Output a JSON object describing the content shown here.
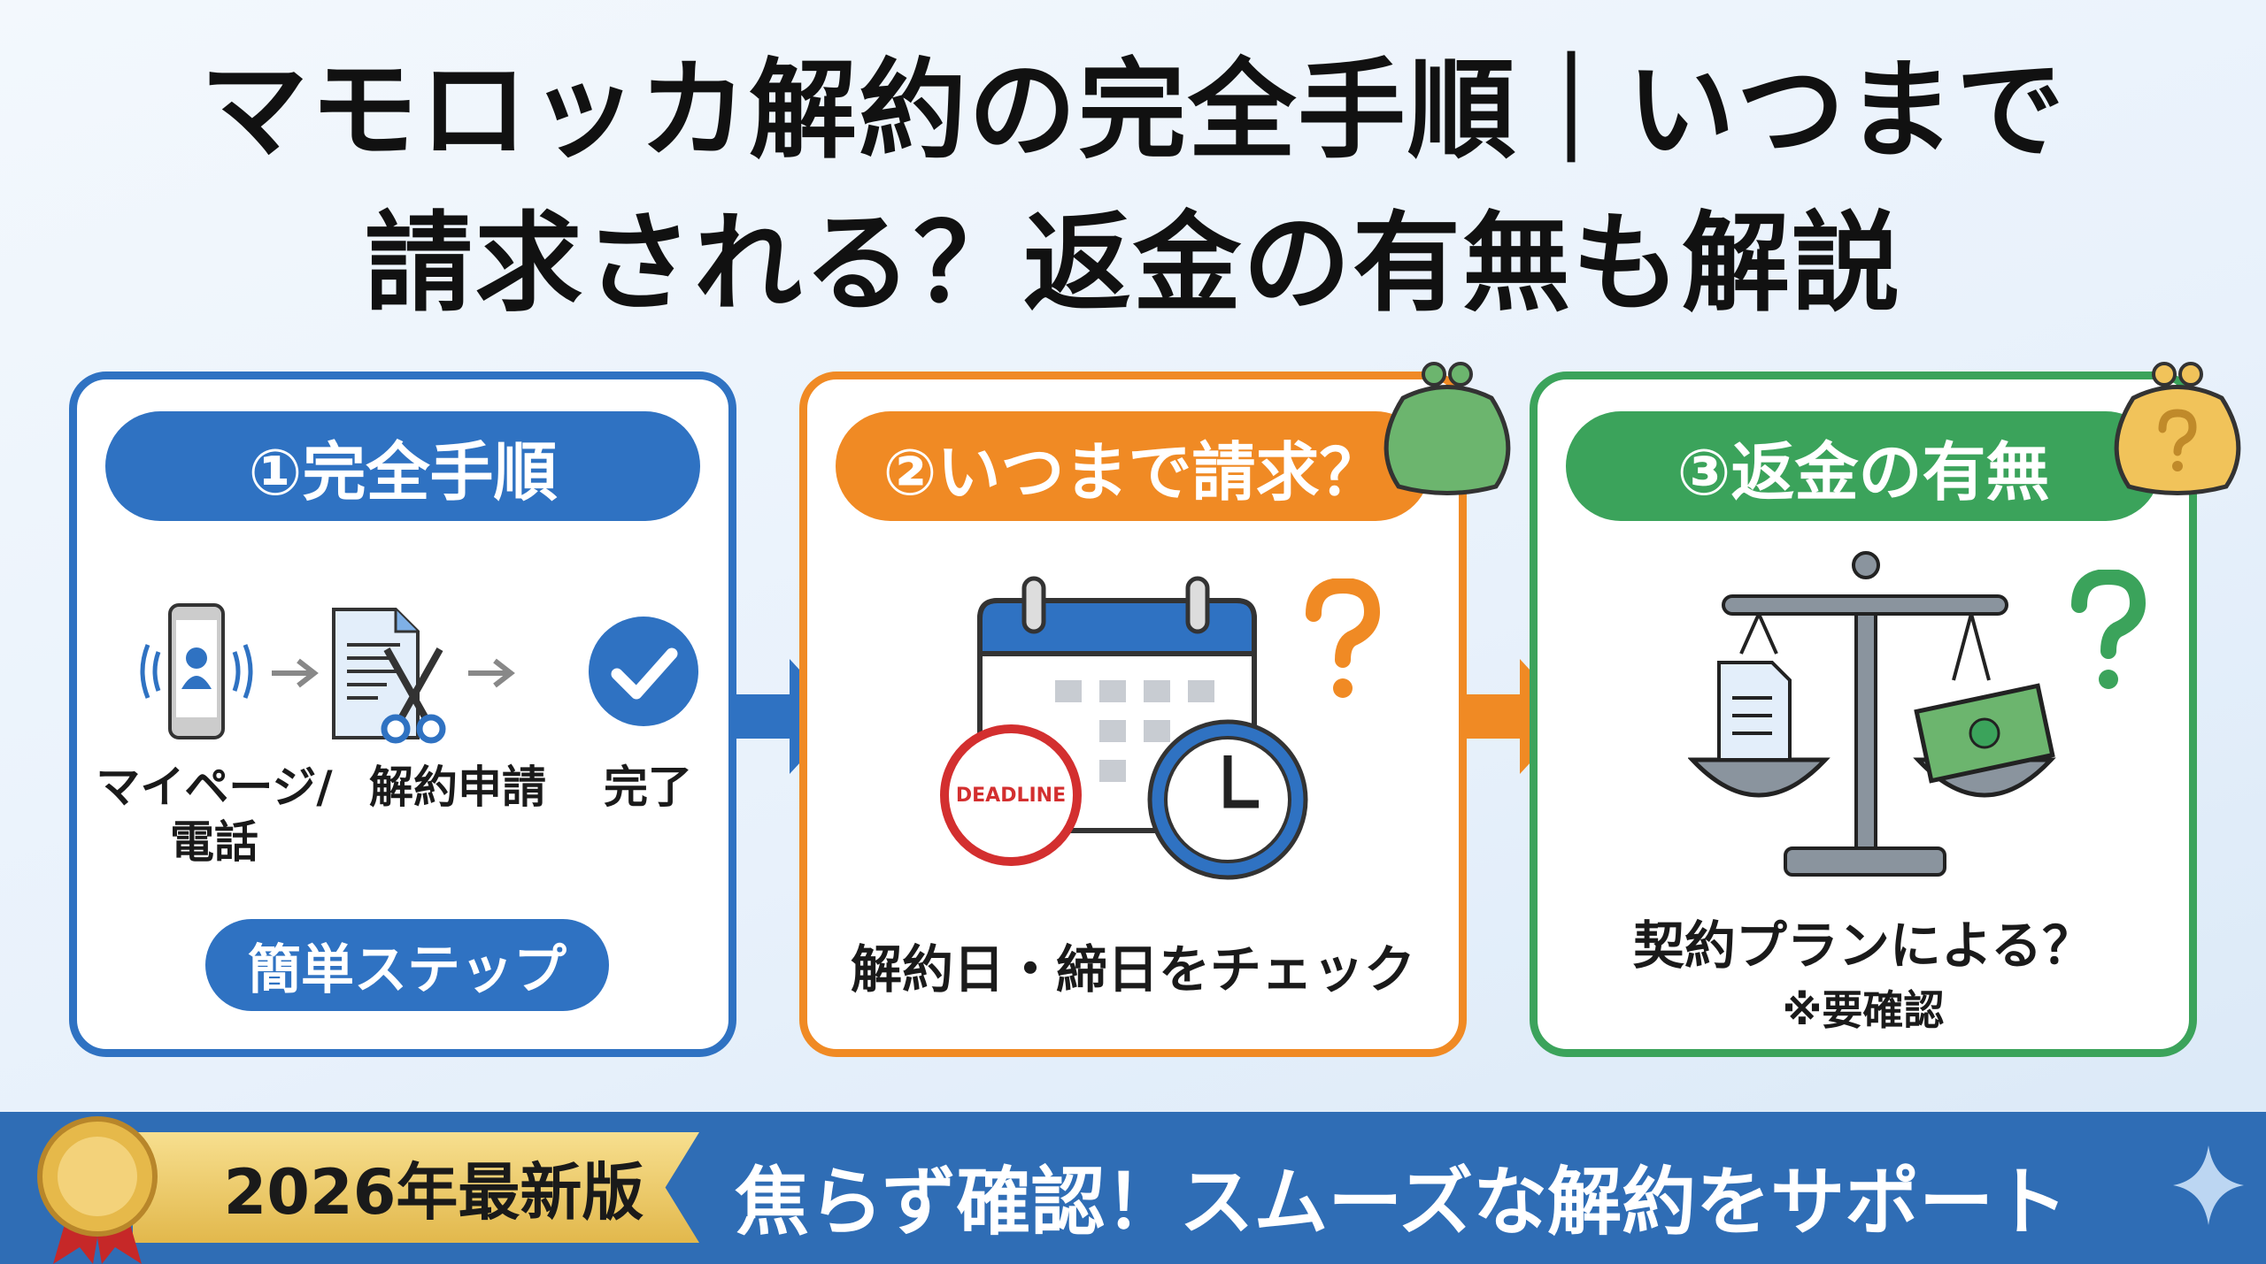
{
  "title": {
    "line1": "マモロッカ解約の完全手順｜いつまで",
    "line2": "請求される？返金の有無も解説"
  },
  "panels": [
    {
      "heading": "①完全手順",
      "steps": [
        {
          "label1": "マイページ/",
          "label2": "電話"
        },
        {
          "label": "解約申請"
        },
        {
          "label": "完了"
        }
      ],
      "tag": "簡単ステップ",
      "icons": [
        "phone-icon",
        "document-scissors-icon",
        "check-circle-icon"
      ]
    },
    {
      "heading": "②いつまで請求？",
      "deadline": "DEADLINE",
      "caption": "解約日・締日をチェック",
      "icons": [
        "calendar-icon",
        "clock-icon",
        "question-icon",
        "purse-icon"
      ]
    },
    {
      "heading": "③返金の有無",
      "caption": "契約プランによる？",
      "note": "※要確認",
      "icons": [
        "scale-icon",
        "money-icon",
        "question-icon",
        "purse-icon"
      ]
    }
  ],
  "footer": {
    "badge": "2026年最新版",
    "slogan": "焦らず確認！スムーズな解約をサポート"
  },
  "colors": {
    "blue": "#2f72c2",
    "orange": "#f08a24",
    "green": "#3ba35b",
    "banner": "#2f6db5",
    "gold": "#e2b84c"
  }
}
